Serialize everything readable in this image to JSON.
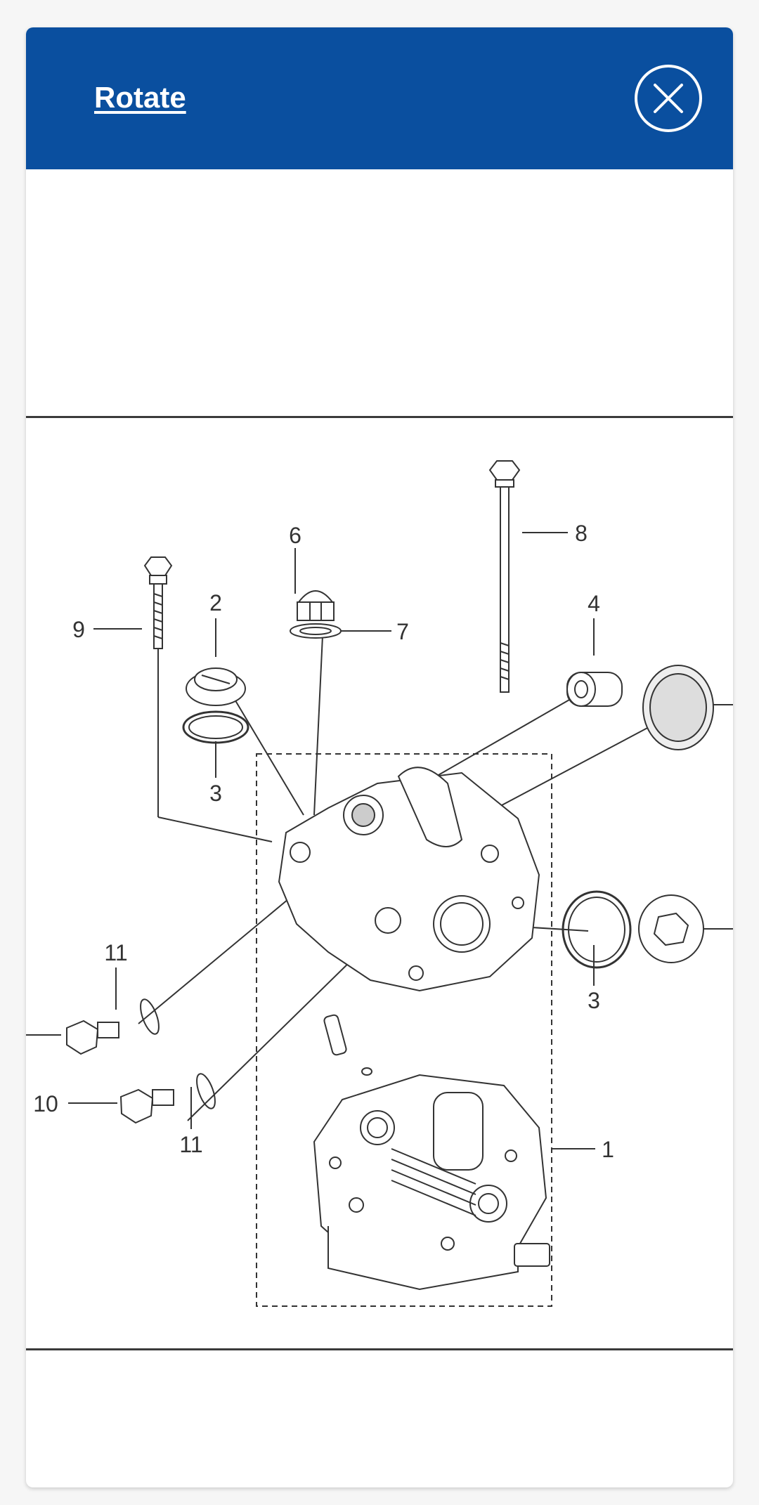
{
  "header": {
    "rotate_label": "Rotate",
    "close_icon": "close-circle-icon",
    "background_color": "#0a4f9f"
  },
  "diagram": {
    "callouts": [
      "1",
      "2",
      "3",
      "3",
      "4",
      "6",
      "7",
      "8",
      "9",
      "10",
      "11",
      "11"
    ]
  }
}
